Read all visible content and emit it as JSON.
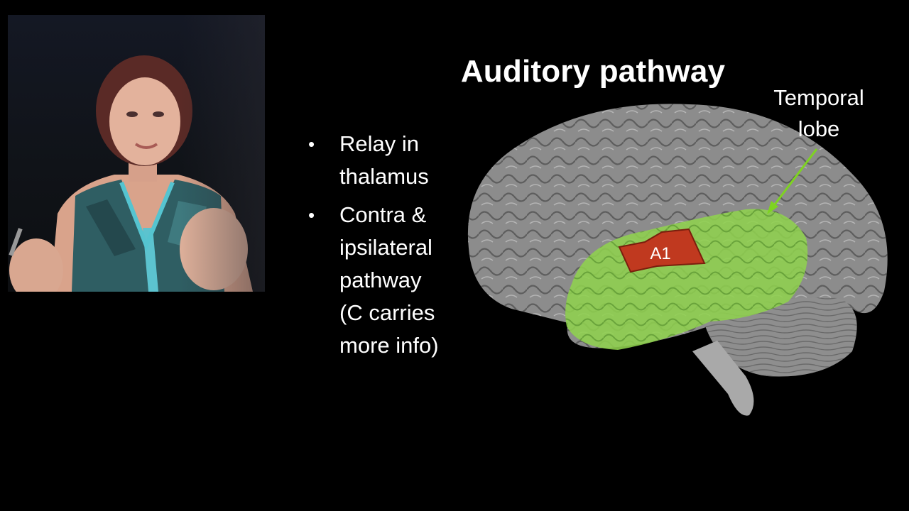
{
  "slide": {
    "title": "Auditory pathway",
    "bullets": [
      {
        "lines": [
          "Relay in",
          "thalamus"
        ]
      },
      {
        "lines": [
          "Contra &",
          "ipsilateral",
          "pathway",
          "(C carries",
          "more info)"
        ]
      }
    ]
  },
  "figure": {
    "temporal_label_line1": "Temporal",
    "temporal_label_line2": "lobe",
    "region_label": "A1",
    "colors": {
      "brain": "#8c8c8c",
      "temporal_lobe": "#8fd14f",
      "a1": "#c0391f",
      "arrow": "#7ed321"
    }
  },
  "presenter": {
    "video_feed": "webcam"
  }
}
